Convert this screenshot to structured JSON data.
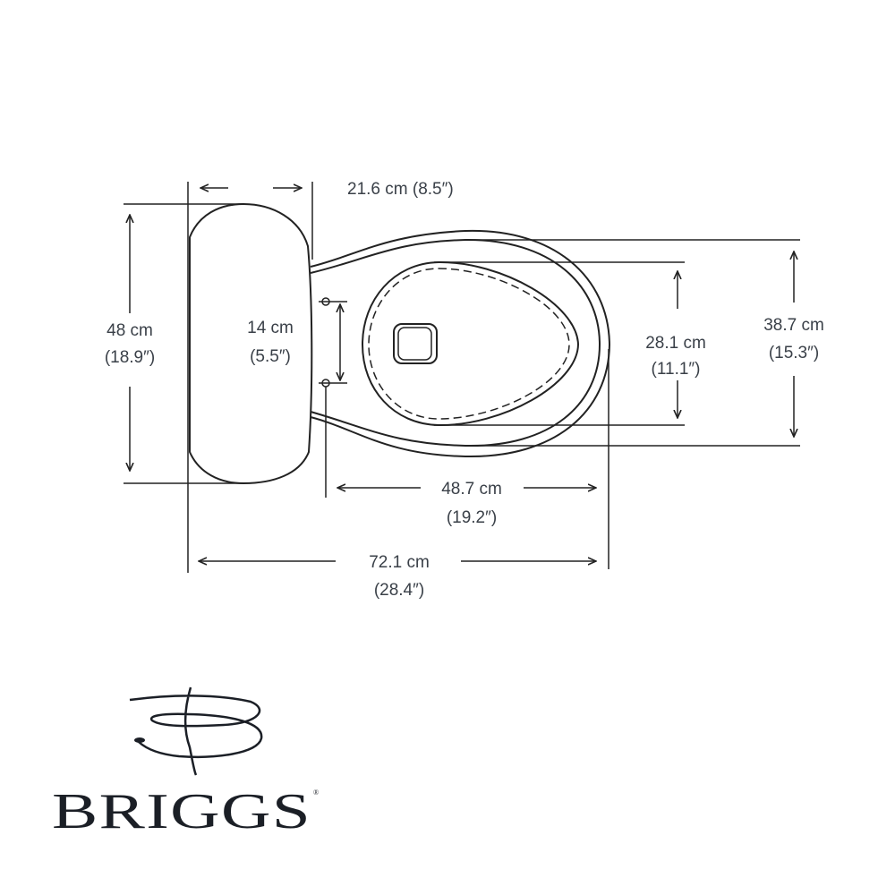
{
  "dimensions": {
    "tank_depth": "21.6 cm (8.5″)",
    "tank_width_cm": "48 cm",
    "tank_width_in": "(18.9″)",
    "bolt_spacing_cm": "14 cm",
    "bolt_spacing_in": "(5.5″)",
    "bowl_length_cm": "48.7 cm",
    "bowl_length_in": "(19.2″)",
    "overall_length_cm": "72.1 cm",
    "overall_length_in": "(28.4″)",
    "opening_width_cm": "28.1 cm",
    "opening_width_in": "(11.1″)",
    "bowl_width_cm": "38.7 cm",
    "bowl_width_in": "(15.3″)"
  },
  "logo": {
    "wordmark": "BRIGGS",
    "registered": "®"
  },
  "colors": {
    "line": "#222222",
    "text": "#3a4048"
  }
}
